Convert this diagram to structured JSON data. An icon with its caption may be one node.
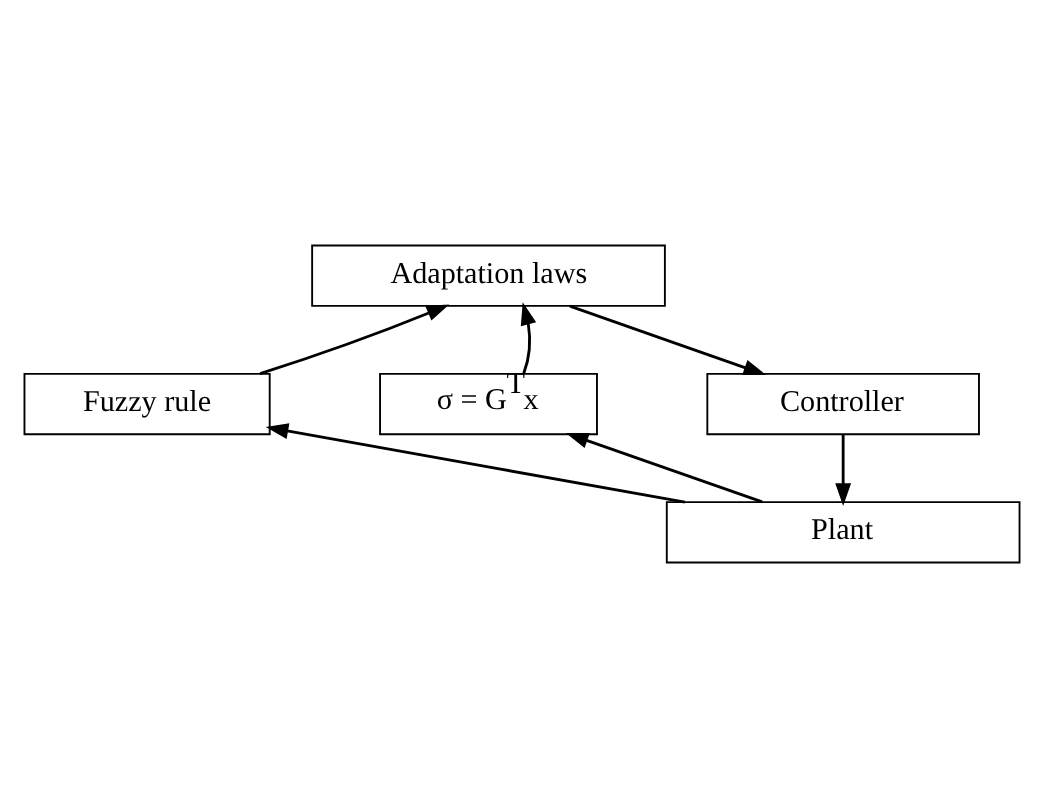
{
  "diagram": {
    "nodes": [
      {
        "text": [
          "Adaptation laws"
        ]
      },
      {
        "text": [
          "Fuzzy rule"
        ]
      },
      {
        "text": [
          "σ = G$^{T}$x"
        ]
      },
      {
        "text": [
          "Controller"
        ]
      },
      {
        "text": [
          "Plant"
        ]
      }
    ],
    "edges": [
      {
        "from": 0,
        "to": 3,
        "arrow": "to"
      },
      {
        "from": 1,
        "to": 0,
        "arrow": "to"
      },
      {
        "from": 2,
        "to": 0,
        "arrow": "to"
      },
      {
        "from": 3,
        "to": 4,
        "arrow": "to"
      },
      {
        "from": 4,
        "to": 1,
        "arrow": "to"
      },
      {
        "from": 4,
        "to": 2,
        "arrow": "to"
      }
    ]
  }
}
